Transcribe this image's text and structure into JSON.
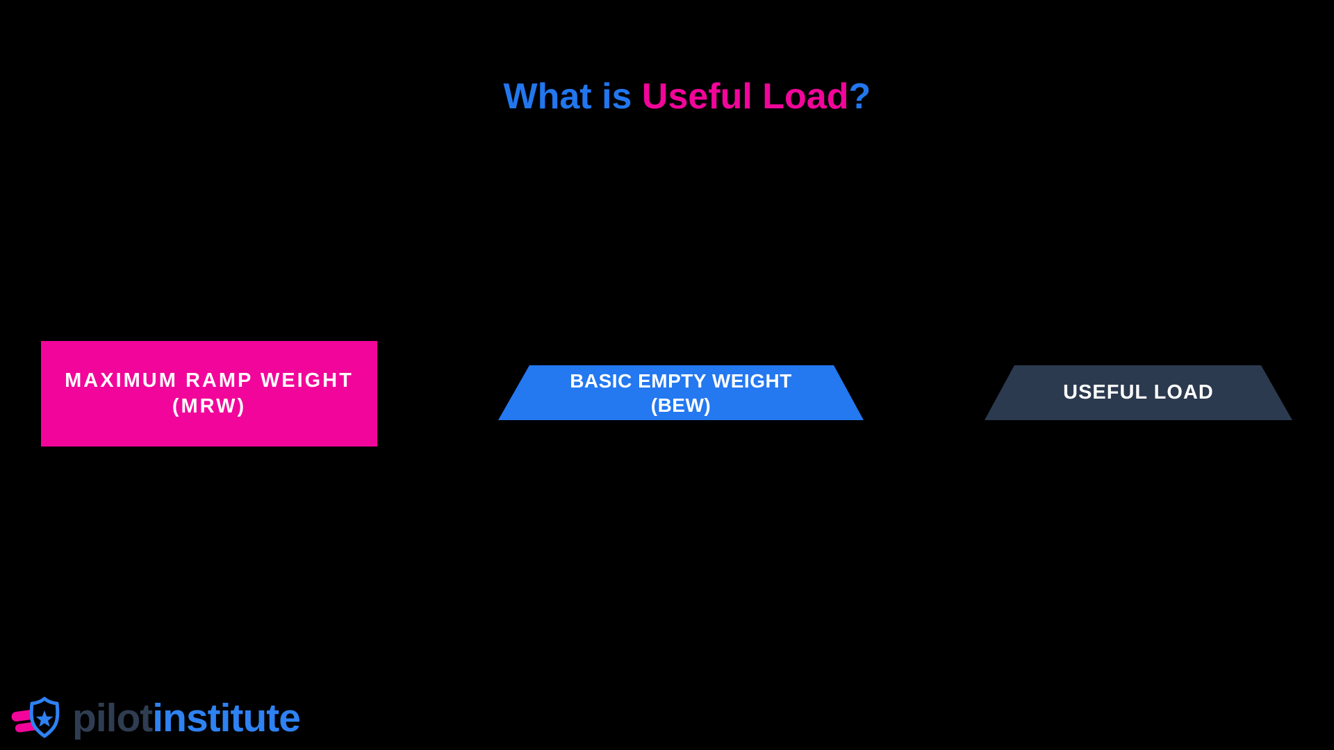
{
  "title": {
    "part1": "What is ",
    "part2": "Useful Load",
    "part3": "?"
  },
  "colors": {
    "background": "#000000",
    "title_blue": "#2277EF",
    "brand_pink": "#F2059A",
    "brand_blue": "#2478F0",
    "dark_navy": "#2B3A4F",
    "label_text": "#FFFFFF",
    "logo_dark": "#2F3D52",
    "logo_blue": "#2E82F2"
  },
  "diagram": {
    "blocks": [
      {
        "id": "maximum-ramp-weight",
        "shape": "rectangle",
        "color": "#F2059A",
        "label_line1": "MAXIMUM RAMP WEIGHT",
        "label_line2": "(MRW)"
      },
      {
        "id": "basic-empty-weight",
        "shape": "trapezoid",
        "color": "#2478F0",
        "label_line1": "BASIC EMPTY WEIGHT",
        "label_line2": "(BEW)"
      },
      {
        "id": "useful-load",
        "shape": "trapezoid",
        "color": "#2B3A4F",
        "label_line1": "USEFUL LOAD",
        "label_line2": ""
      }
    ]
  },
  "logo": {
    "word1": "pilot",
    "word2": "institute",
    "icon": "shield-star-wing-icon"
  }
}
